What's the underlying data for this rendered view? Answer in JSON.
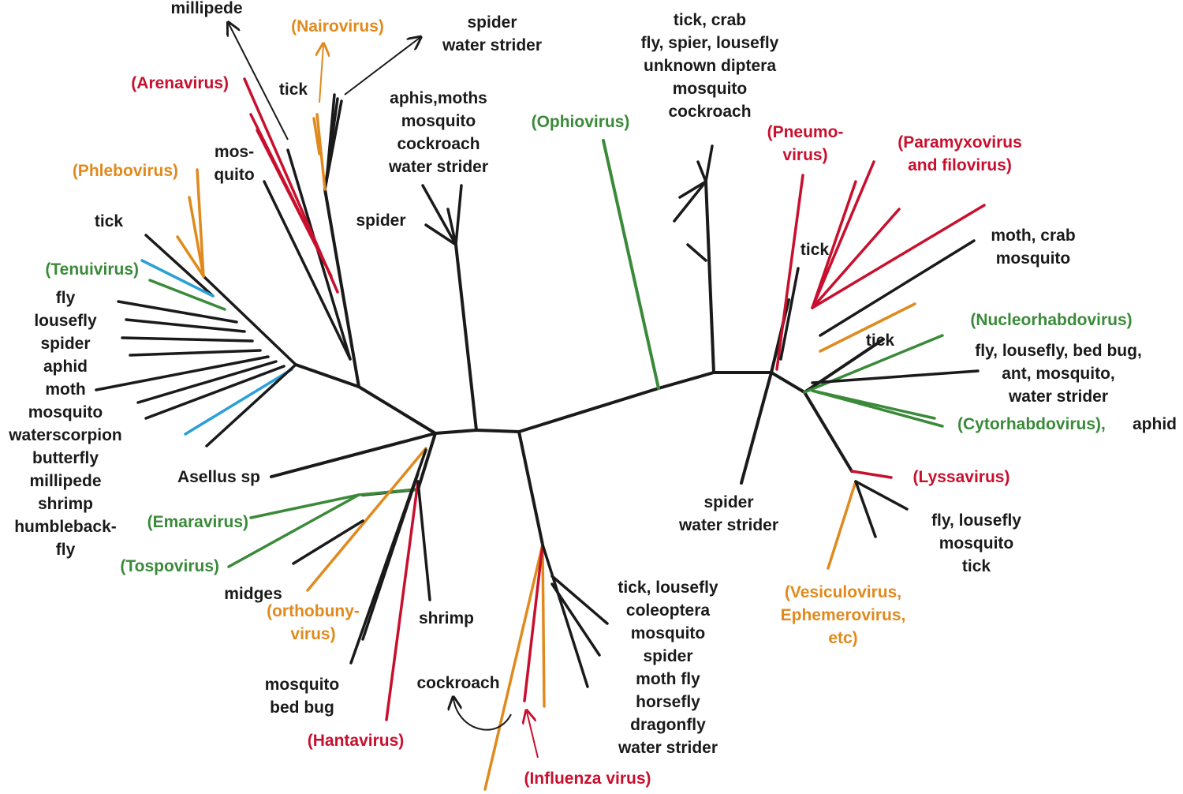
{
  "colors": {
    "black": "#1a1a1a",
    "red": "#c8102e",
    "orange": "#e08a1e",
    "green": "#3a8a3a",
    "blue": "#2a9fd8"
  },
  "labels": {
    "millipede_top": "millipede",
    "nairovirus": "(Nairovirus)",
    "spider_water_strider_top": "spider\nwater strider",
    "arenavirus": "(Arenavirus)",
    "tick_nairo": "tick",
    "mosquito_top": "mos-\nquito",
    "phlebovirus": "(Phlebovirus)",
    "tick_phlebo": "tick",
    "tenuivirus": "(Tenuivirus)",
    "insect_list_left": "fly\nlousefly\nspider\naphid\nmoth\nmosquito\nwaterscorpion\nbutterfly\nmillipede\nshrimp\nhumbleback-\nfly",
    "aphis_group": "aphis,moths\nmosquito\ncockroach\nwater strider",
    "spider_mid": "spider",
    "ophiovirus": "(Ophiovirus)",
    "tick_crab_group": "tick, crab\nfly, spier, lousefly\nunknown diptera\nmosquito\ncockroach",
    "pneumovirus": "(Pneumo-\nvirus)",
    "paramyxovirus": "(Paramyxovirus\nand filovirus)",
    "tick_pneumo": "tick",
    "moth_crab": "moth, crab\nmosquito",
    "nucleorhabdovirus": "(Nucleorhabdovirus)",
    "tick_nucleo": "tick",
    "fly_bedbug_group": "fly, lousefly, bed bug,\nant, mosquito,\nwater strider",
    "cytorhabdovirus": "(Cytorhabdovirus),",
    "aphid": "aphid",
    "asellus": "Asellus sp",
    "emaravirus": "(Emaravirus)",
    "tospovirus": "(Tospovirus)",
    "midges": "midges",
    "orthobunyavirus": "(orthobuny-\nvirus)",
    "shrimp": "shrimp",
    "mosquito_bedbug": "mosquito\nbed bug",
    "hantavirus": "(Hantavirus)",
    "cockroach": "cockroach",
    "influenza": "(Influenza virus)",
    "tick_lousefly_group": "tick, lousefly\ncoleoptera\nmosquito\nspider\nmoth fly\nhorsefly\ndragonfly\nwater strider",
    "spider_water_strider_bottom": "spider\nwater strider",
    "lyssavirus": "(Lyssavirus)",
    "fly_lousefly_tick": "fly, lousefly\nmosquito\ntick",
    "vesiculovirus": "(Vesiculovirus,\nEphemerovirus,\netc)"
  }
}
